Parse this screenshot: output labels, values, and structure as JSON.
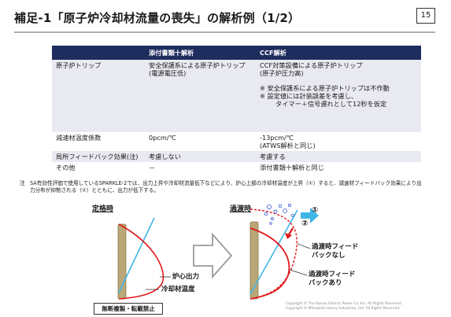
{
  "header": {
    "title": "補足-1「原子炉冷却材流量の喪失」の解析例（1/2）",
    "page_number": "15"
  },
  "table": {
    "columns": [
      "",
      "添付書類十解析",
      "CCF解析"
    ],
    "rows": [
      {
        "label": "原子炉トリップ",
        "attach": [
          "安全保護系による原子炉トリップ",
          "(電源電圧低)"
        ],
        "ccf": [
          "CCF対策設備による原子炉トリップ",
          "(原子炉圧力高)"
        ],
        "notes": [
          "※ 安全保護系による原子炉トリップは不作動",
          "※ 設定値には計装誤差を考慮し、",
          "タイマー＋信号遅れとして12秒を仮定"
        ]
      },
      {
        "label": "減速材温度係数",
        "attach": [
          "0pcm/℃"
        ],
        "ccf": [
          "-13pcm/℃",
          "(ATWS解析と同じ)"
        ]
      },
      {
        "label": "局所フィードバック効果(注)",
        "attach": [
          "考慮しない"
        ],
        "ccf": [
          "考慮する"
        ]
      },
      {
        "label": "その他",
        "attach": [
          "－"
        ],
        "ccf": [
          "添付書類十解析と同じ"
        ]
      }
    ]
  },
  "footnote": {
    "label": "注",
    "text": "SA有効性評価で使用しているSPARKLE-2では、出力上昇や冷却材流量低下などにより、炉心上部の冷却材温度が上昇（①）すると、減速材フィードバック効果により出力分布が抑制される（②）とともに、出力が低下する。"
  },
  "diagram": {
    "left_title": "定格時",
    "right_title": "過渡時",
    "label_core_power": "炉心出力",
    "label_coolant_temp": "冷却材温度",
    "label_no_feedback": [
      "過渡時フィード",
      "バックなし"
    ],
    "label_with_feedback": [
      "過渡時フィード",
      "バックあり"
    ],
    "marker_1": "①",
    "marker_2": "②",
    "colors": {
      "rod": "#b9a877",
      "power_curve": "#e0161b",
      "temp_line": "#3fb6e6",
      "arrow_fill": "#ffffff",
      "arrow_stroke": "#9a9a9a",
      "bubble": "#4a66d6"
    }
  },
  "stamp": "無断複製・転載禁止",
  "copyright": [
    "Copyright © The Kansai Electric Power Co.,Inc. All Rights Reserved.",
    "Copyright © Mitsubishi Heavy Industries, Ltd. All Rights Reserved."
  ]
}
